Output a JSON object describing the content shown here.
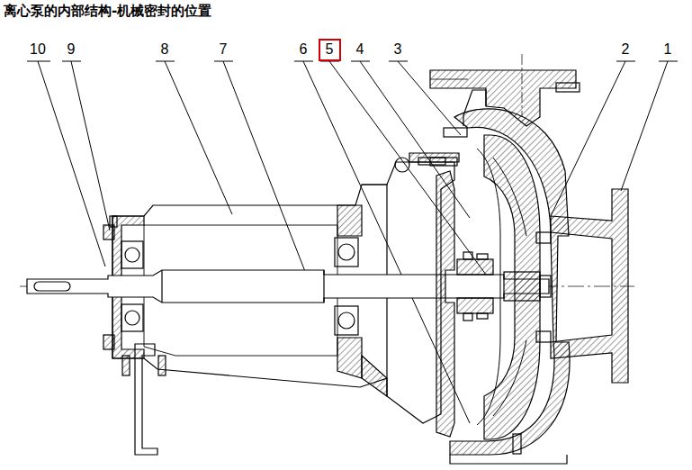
{
  "diagram": {
    "title": "离心泵的内部结构-机械密封的位置",
    "nodes": [
      {
        "text": [
          "5"
        ]
      }
    ],
    "labels": [
      "10",
      "9",
      "8",
      "7",
      "6",
      "4",
      "3",
      "2",
      "1"
    ]
  }
}
